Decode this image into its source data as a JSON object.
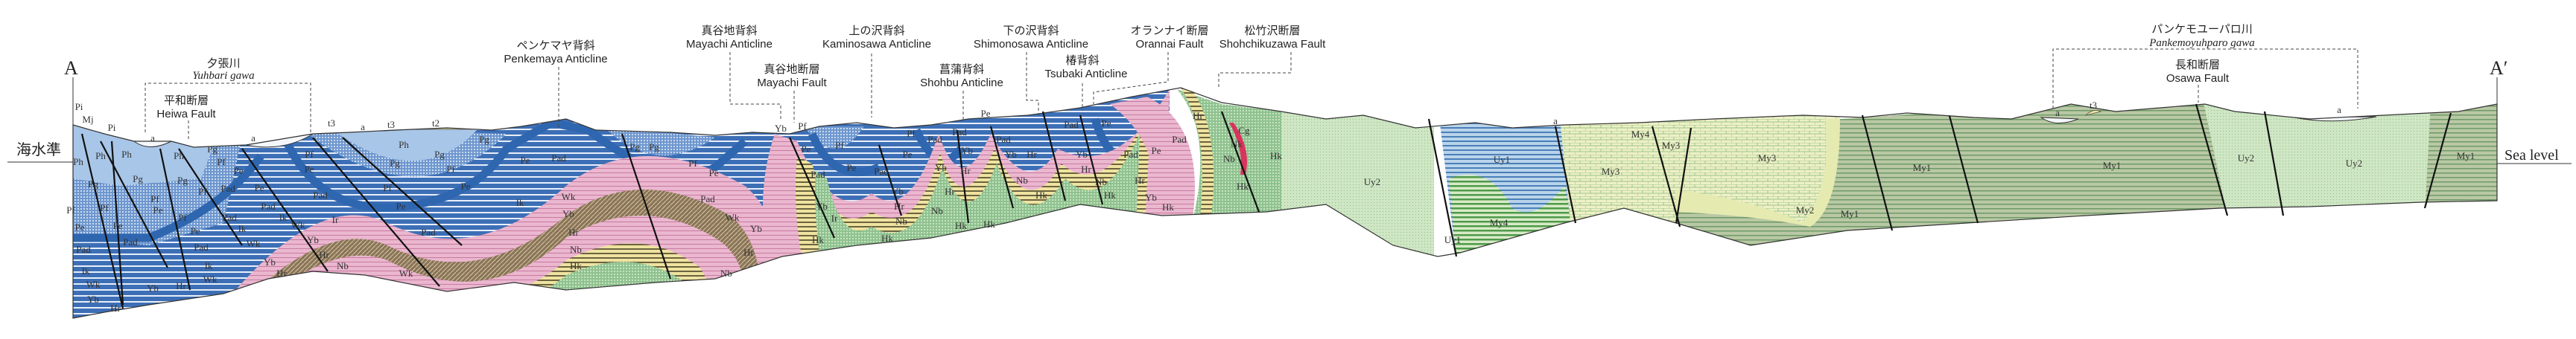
{
  "section": {
    "start_marker": "A",
    "end_marker": "A′",
    "sea_level_jp": "海水準",
    "sea_level_en": "Sea level"
  },
  "structures": [
    {
      "jp": "ペンケマヤ背斜",
      "en": "Penkemaya Anticline"
    },
    {
      "jp": "真谷地背斜",
      "en": "Mayachi Anticline"
    },
    {
      "jp": "真谷地断層",
      "en": "Mayachi Fault"
    },
    {
      "jp": "上の沢背斜",
      "en": "Kaminosawa Anticline"
    },
    {
      "jp": "菖蒲背斜",
      "en": "Shohbu Anticline"
    },
    {
      "jp": "下の沢背斜",
      "en": "Shimonosawa Anticline"
    },
    {
      "jp": "椿背斜",
      "en": "Tsubaki Anticline"
    },
    {
      "jp": "オランナイ断層",
      "en": "Orannai Fault"
    },
    {
      "jp": "松竹沢断層",
      "en": "Shohchikuzawa Fault"
    },
    {
      "jp": "平和断層",
      "en": "Heiwa Fault"
    },
    {
      "jp": "長和断層",
      "en": "Osawa Fault"
    }
  ],
  "rivers": [
    {
      "jp": "夕張川",
      "en": "Yuhbari gawa"
    },
    {
      "jp": "パンケモユーパロ川",
      "en": "Pankemoyuhparo gawa"
    }
  ],
  "unit_labels": [
    "Pi",
    "Mj",
    "Pi",
    "Ph",
    "Ph",
    "Ph",
    "Pg",
    "Pg",
    "Pf",
    "Pf",
    "Pe",
    "Pe",
    "Pad",
    "Pad",
    "Ik",
    "Wk",
    "Yb",
    "Hr",
    "Ph",
    "Pg",
    "Pf",
    "Pe",
    "Pf",
    "Pe",
    "Pad",
    "Ik",
    "Wk",
    "Yb",
    "Hr",
    "Pg",
    "Pf",
    "Pe",
    "Pad",
    "Pf",
    "Pad",
    "Pad",
    "Ik",
    "Wk",
    "Yb",
    "Hr",
    "Nb",
    "Pe",
    "Pad",
    "Pf",
    "Pe",
    "Ph",
    "Pg",
    "Pg",
    "Pf",
    "Pf",
    "Pe",
    "Pe",
    "Pe",
    "Pad",
    "Pad",
    "Ik",
    "Wk",
    "Yb",
    "Hr",
    "Nb",
    "Hk",
    "Wk",
    "Ik",
    "Ir",
    "Wk",
    "Yb",
    "Hr",
    "Pg",
    "Pg",
    "Pg",
    "Pf",
    "Pe",
    "Pad",
    "Wk",
    "Yb",
    "Hr",
    "Nb",
    "Yb",
    "Pf",
    "Pe",
    "Pf",
    "Pe",
    "Pad",
    "Pad",
    "Yb",
    "Hr",
    "Nb",
    "Hk",
    "Hk",
    "Yb",
    "Ir",
    "Pe",
    "Pf",
    "Pad",
    "Pad",
    "Pe",
    "Yb",
    "Yb",
    "Hr",
    "Pad",
    "Yb",
    "Hr",
    "Nb",
    "Hk",
    "Hr",
    "Nb",
    "Hk",
    "Hk",
    "Pad",
    "Pe",
    "Yb",
    "Hr",
    "Nb",
    "Hk",
    "Pad",
    "Pe",
    "Hr",
    "Yb",
    "Hk",
    "Pad",
    "Hr",
    "Cg",
    "Nk",
    "Nb",
    "Hk",
    "Hk",
    "Uy2",
    "Uy1",
    "Uy1",
    "My4",
    "My3",
    "My4",
    "My3",
    "My3",
    "My2",
    "My1",
    "My1",
    "My1",
    "Uy2",
    "Uy2",
    "My1"
  ],
  "surface_labels": [
    "t3",
    "a",
    "t3",
    "t2",
    "a",
    "a",
    "a",
    "a",
    "t3",
    "a"
  ],
  "colors": {
    "pad_blue": "#3d6fb6",
    "pe_blue": "#2f66b0",
    "pale_blue": "#a8c6e8",
    "pink": "#eab7cf",
    "brown": "#8a7558",
    "yellow": "#efe3a0",
    "green": "#8fc28f",
    "light_green": "#cfe6c4",
    "cream": "#eef0c6",
    "olive": "#b9c8a5",
    "red": "#d9345e"
  }
}
